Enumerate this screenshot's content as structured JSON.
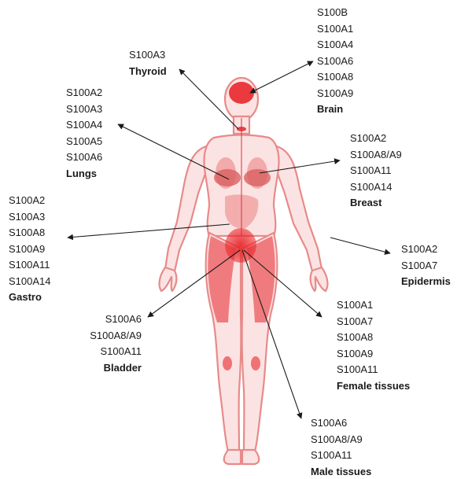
{
  "groups": [
    {
      "id": "brain",
      "tissue": "Brain",
      "proteins": [
        "S100B",
        "S100A1",
        "S100A4",
        "S100A6",
        "S100A8",
        "S100A9"
      ]
    },
    {
      "id": "thyroid",
      "tissue": "Thyroid",
      "proteins": [
        "S100A3"
      ]
    },
    {
      "id": "lungs",
      "tissue": "Lungs",
      "proteins": [
        "S100A2",
        "S100A3",
        "S100A4",
        "S100A5",
        "S100A6"
      ]
    },
    {
      "id": "breast",
      "tissue": "Breast",
      "proteins": [
        "S100A2",
        "S100A8/A9",
        "S100A11",
        "S100A14"
      ]
    },
    {
      "id": "gastro",
      "tissue": "Gastro",
      "proteins": [
        "S100A2",
        "S100A3",
        "S100A8",
        "S100A9",
        "S100A11",
        "S100A14"
      ]
    },
    {
      "id": "epidermis",
      "tissue": "Epidermis",
      "proteins": [
        "S100A2",
        "S100A7"
      ]
    },
    {
      "id": "bladder",
      "tissue": "Bladder",
      "proteins": [
        "S100A6",
        "S100A8/A9",
        "S100A11"
      ]
    },
    {
      "id": "female",
      "tissue": "Female tissues",
      "proteins": [
        "S100A1",
        "S100A7",
        "S100A8",
        "S100A9",
        "S100A11"
      ]
    },
    {
      "id": "male",
      "tissue": "Male tissues",
      "proteins": [
        "S100A6",
        "S100A8/A9",
        "S100A11"
      ]
    }
  ],
  "colors": {
    "body_outline": "#e88a8a",
    "body_fill": "#fbe3e3",
    "highlight": "#e8272b",
    "arrow": "#1a1a1a",
    "text": "#1a1a1a"
  }
}
